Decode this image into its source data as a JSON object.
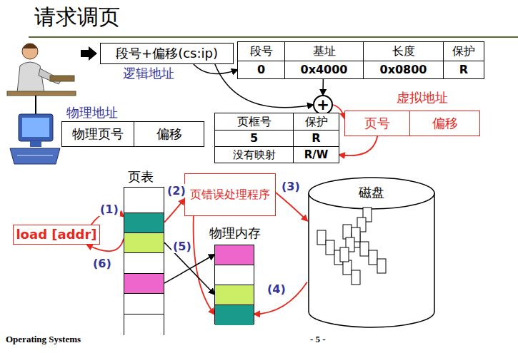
{
  "diagram": {
    "title": "请求调页",
    "nodes": [
      {
        "text": [
          "段号+偏移(cs:ip)"
        ]
      },
      {
        "text": [
          "段号"
        ]
      },
      {
        "text": [
          "基址"
        ]
      },
      {
        "text": [
          "长度"
        ]
      },
      {
        "text": [
          "保护"
        ]
      },
      {
        "text": [
          "0"
        ]
      },
      {
        "text": [
          "0x4000"
        ]
      },
      {
        "text": [
          "0x0800"
        ]
      },
      {
        "text": [
          "R"
        ]
      },
      {
        "text": [
          "+"
        ]
      },
      {
        "text": [
          "虚拟地址"
        ]
      },
      {
        "text": [
          "页号"
        ],
        "in": 10
      },
      {
        "text": [
          "偏移"
        ],
        "in": 10
      },
      {
        "text": [
          "物理地址"
        ]
      },
      {
        "text": [
          "物理页号"
        ],
        "in": 13
      },
      {
        "text": [
          "偏移"
        ],
        "in": 13
      },
      {
        "text": [
          "页框号"
        ]
      },
      {
        "text": [
          "保护"
        ]
      },
      {
        "text": [
          "5"
        ]
      },
      {
        "text": [
          "R"
        ]
      },
      {
        "text": [
          "没有映射"
        ]
      },
      {
        "text": [
          "R/W"
        ]
      },
      {
        "text": [
          "页表"
        ]
      },
      {
        "text": [
          "页错误处理程序"
        ]
      },
      {
        "text": [
          "load [addr]"
        ]
      },
      {
        "text": [
          "物理内存"
        ]
      },
      {
        "text": [
          "磁盘"
        ]
      }
    ],
    "edges": [
      {
        "from": 0,
        "to": 5,
        "arrow": "to"
      },
      {
        "from": 0,
        "to": 9,
        "arrow": "to"
      },
      {
        "from": 6,
        "to": 9,
        "arrow": "to"
      },
      {
        "from": 9,
        "to": 10,
        "arrow": "to"
      },
      {
        "from": 11,
        "to": 21,
        "arrow": "to"
      },
      {
        "from": 24,
        "to": 22,
        "label": "(1)",
        "arrow": "to"
      },
      {
        "from": 22,
        "to": 23,
        "label": "(2)",
        "arrow": "to"
      },
      {
        "from": 23,
        "to": 26,
        "label": "(3)",
        "arrow": "to"
      },
      {
        "from": 26,
        "to": 25,
        "label": "(4)",
        "arrow": "to"
      },
      {
        "from": 23,
        "to": 25,
        "label": "(5)",
        "arrow": "to"
      },
      {
        "from": 22,
        "to": 24,
        "label": "(6)",
        "arrow": "to"
      },
      {
        "from": 22,
        "to": 25,
        "arrow": "to"
      },
      {
        "from": 22,
        "to": 25,
        "arrow": "to"
      }
    ],
    "labels": [
      "逻辑地址",
      "Operating Systems",
      "- 5 -"
    ]
  }
}
